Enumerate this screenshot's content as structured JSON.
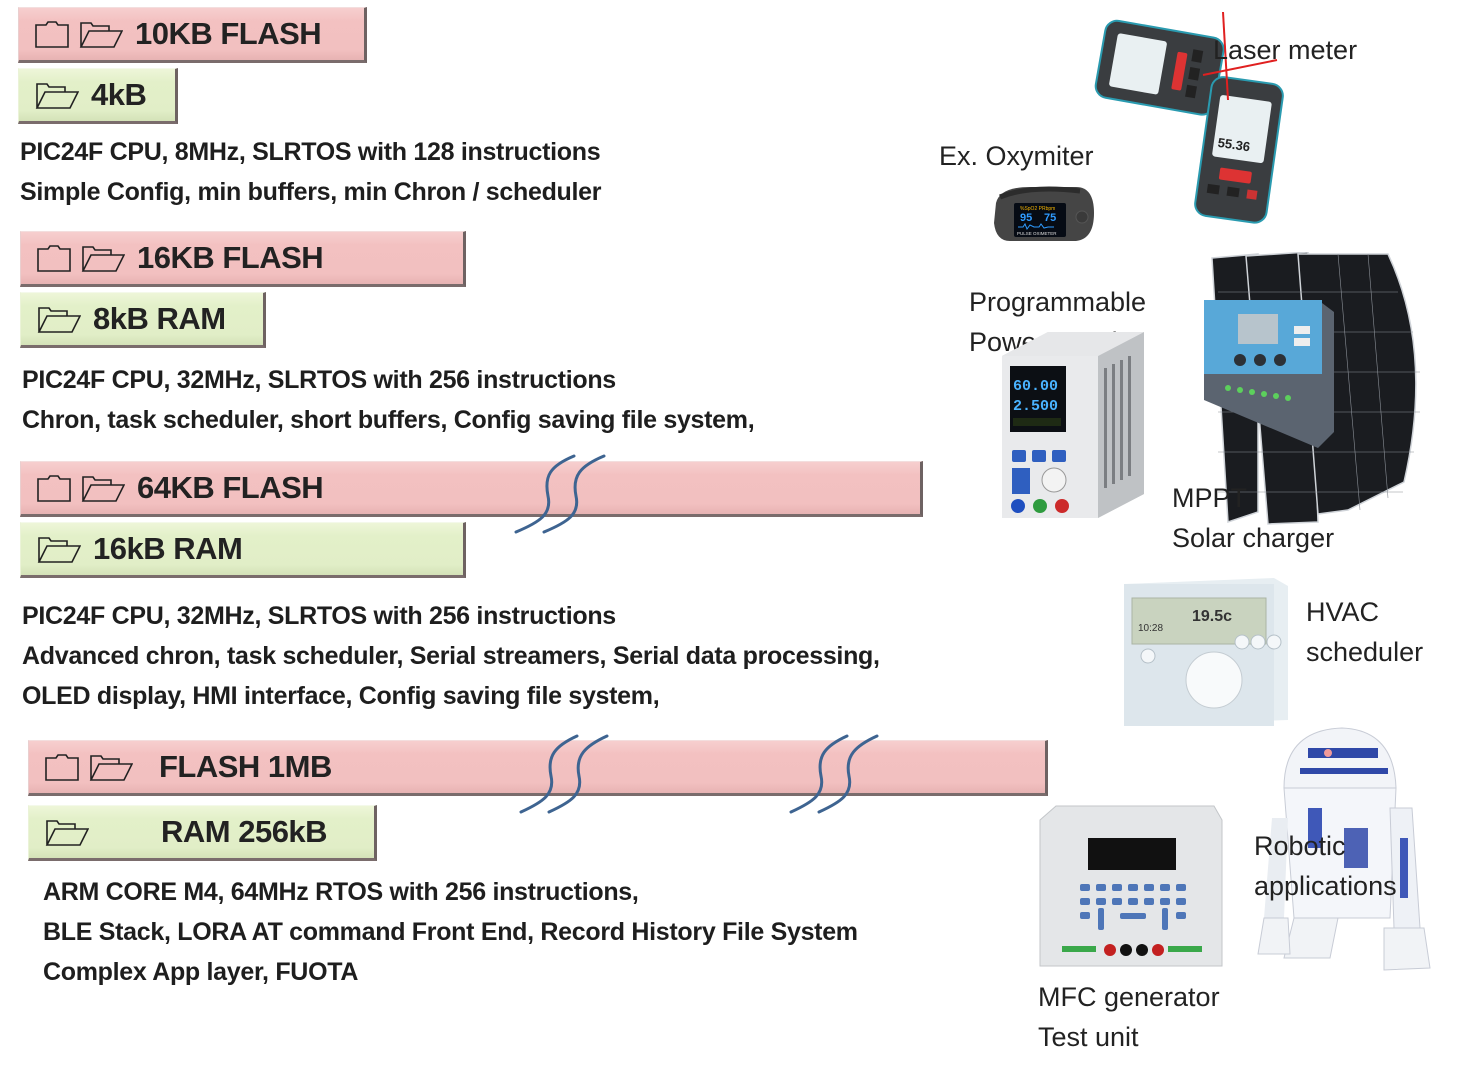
{
  "tiers": [
    {
      "flash_label": "10KB FLASH",
      "ram_label": "4kB",
      "description": [
        "PIC24F CPU, 8MHz,  SLRTOS with 128 instructions",
        "Simple Config, min buffers, min Chron / scheduler"
      ],
      "flash_icons": [
        "folder-closed-icon",
        "folder-open-icon"
      ],
      "ram_icons": [
        "folder-open-icon"
      ],
      "flash_breaks": 0
    },
    {
      "flash_label": "16KB FLASH",
      "ram_label": "8kB  RAM",
      "description": [
        "PIC24F CPU, 32MHz,  SLRTOS  with 256 instructions",
        "Chron, task scheduler, short buffers, Config saving file system,"
      ],
      "flash_icons": [
        "folder-closed-icon",
        "folder-open-icon"
      ],
      "ram_icons": [
        "folder-open-icon"
      ],
      "flash_breaks": 0
    },
    {
      "flash_label": "64KB FLASH",
      "ram_label": "16kB  RAM",
      "description": [
        "PIC24F CPU, 32MHz,  SLRTOS  with 256 instructions",
        "Advanced chron, task scheduler, Serial streamers, Serial data processing,",
        "OLED display, HMI interface, Config saving file system,"
      ],
      "flash_icons": [
        "folder-closed-icon",
        "folder-open-icon"
      ],
      "ram_icons": [
        "folder-open-icon"
      ],
      "flash_breaks": 1
    },
    {
      "flash_label": "FLASH  1MB",
      "ram_label": "RAM 256kB",
      "description": [
        "ARM CORE M4, 64MHz  RTOS  with 256 instructions,",
        "BLE Stack, LORA AT command Front End,  Record History File System",
        "Complex App layer, FUOTA"
      ],
      "flash_icons": [
        "folder-closed-icon",
        "folder-open-icon"
      ],
      "ram_icons": [
        "folder-open-icon"
      ],
      "flash_breaks": 2
    }
  ],
  "applications": [
    {
      "id": "laser-meter",
      "lines": [
        "Laser meter"
      ]
    },
    {
      "id": "oxymeter",
      "lines": [
        "Ex. Oxymiter"
      ]
    },
    {
      "id": "power-supply",
      "lines": [
        "Programmable",
        "Power supply"
      ]
    },
    {
      "id": "solar-charger",
      "lines": [
        "MPPT",
        "Solar charger"
      ]
    },
    {
      "id": "hvac",
      "lines": [
        "HVAC",
        "scheduler"
      ]
    },
    {
      "id": "robotic",
      "lines": [
        "Robotic",
        "applications"
      ]
    },
    {
      "id": "mfc-generator",
      "lines": [
        "MFC generator",
        "Test unit"
      ]
    }
  ],
  "device_readouts": {
    "oxymeter_spo2": "95",
    "oxymeter_pr": "75",
    "oxymeter_caption": "PULSE OXIMETER",
    "power_supply_voltage": "60.00",
    "power_supply_current": "2.500",
    "laser_meter_reading": "55.36",
    "hvac_temperature": "19.5c",
    "hvac_time": "10:28"
  },
  "colors": {
    "flash_fill": "#f2c0c0",
    "ram_fill": "#e1eec7",
    "break_stroke": "#3e6491",
    "text": "#1e1e1e"
  }
}
